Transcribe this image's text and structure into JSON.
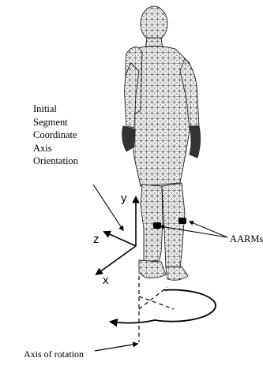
{
  "figure": {
    "caption_lines": [
      "Initial",
      "Segment",
      "Coordinate",
      "Axis",
      "Orientation"
    ],
    "aarms_label": "AARMs",
    "rotation_label": "Axis of rotation",
    "axes": {
      "x": "x",
      "y": "y",
      "z": "z"
    }
  }
}
